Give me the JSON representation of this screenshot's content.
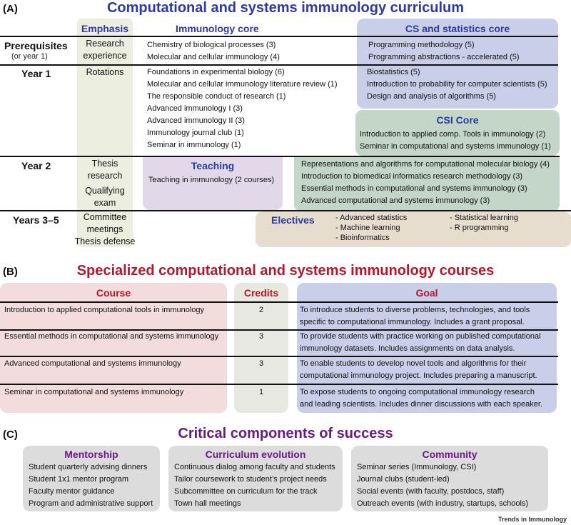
{
  "panel_a": {
    "label": "(A)",
    "title": "Computational and systems immunology curriculum",
    "headers": {
      "emphasis": "Emphasis",
      "immunology_core": "Immunology core",
      "cs_core": "CS and statistics core",
      "csi_core": "CSI Core",
      "teaching": "Teaching",
      "electives": "Electives"
    },
    "rows": {
      "prereq": {
        "label": "Prerequisites",
        "sub": "(or year 1)",
        "emphasis": [
          "Research",
          "experience"
        ],
        "immunology": [
          "Chemistry of biological processes (3)",
          "Molecular and cellular immunology (4)"
        ],
        "cs": [
          "Programming methodology (5)",
          "Programming abstractions - accelerated (5)"
        ]
      },
      "year1": {
        "label": "Year 1",
        "emphasis": "Rotations",
        "immunology": [
          "Foundations in experimental biology (6)",
          "Molecular and cellular immunology literature review (1)",
          "The responsible conduct of research (1)",
          "Advanced immunology I (3)",
          "Advanced immunology II (3)",
          "Immunology journal club (1)",
          "Seminar in immunology (1)"
        ],
        "cs": [
          "Biostatistics (5)",
          "Introduction to probability for computer scientists (5)",
          "Design and analysis of algorithms (5)"
        ],
        "csi": [
          "Introduction to applied comp. Tools in immunology (2)",
          "Seminar in computational and systems immunology (1)"
        ]
      },
      "year2": {
        "label": "Year 2",
        "emphasis": [
          "Thesis",
          "research",
          "Qualifying",
          "exam"
        ],
        "teaching": "Teaching in immunology (2 courses)",
        "csi": [
          "Representations and algorithms for computational molecular biology (4)",
          "Introduction to biomedical informatics research methodology (3)",
          "Essential methods in computational and systems immunology (3)",
          "Advanced computational and systems immunology (3)"
        ]
      },
      "year35": {
        "label": "Years 3–5",
        "emphasis": [
          "Committee",
          "meetings",
          "Thesis defense"
        ],
        "electives": [
          "- Advanced statistics",
          "- Machine learning",
          "- Bioinformatics",
          "- Statistical learning",
          "- R programming"
        ]
      }
    }
  },
  "panel_b": {
    "label": "(B)",
    "title": "Specialized computational and systems immunology courses",
    "headers": {
      "course": "Course",
      "credits": "Credits",
      "goal": "Goal"
    },
    "rows": [
      {
        "course": "Introduction to applied computational tools in immunology",
        "credits": "2",
        "goal": [
          "To introduce students to diverse problems, technologies, and tools",
          "specific to computational immunology. Includes a grant proposal."
        ]
      },
      {
        "course": "Essential methods in computational and systems immunology",
        "credits": "3",
        "goal": [
          "To provide students with practice working on published computational",
          "immunology datasets. Includes assignments on data analysis."
        ]
      },
      {
        "course": "Advanced computational and systems immunology",
        "credits": "3",
        "goal": [
          "To enable students to develop novel tools and algorithms for their",
          "computational immunology project. Includes preparing a manuscript."
        ]
      },
      {
        "course": "Seminar in computational and systems immunology",
        "credits": "1",
        "goal": [
          "To expose students to ongoing computational immunology research",
          "and leading scientists. Includes dinner discussions with each speaker."
        ]
      }
    ]
  },
  "panel_c": {
    "label": "(C)",
    "title": "Critical components of success",
    "boxes": [
      {
        "title": "Mentorship",
        "items": [
          "Student quarterly advising dinners",
          "Student 1x1 mentor program",
          "Faculty mentor guidance",
          "Program and administrative support"
        ]
      },
      {
        "title": "Curriculum evolution",
        "items": [
          "Continuous dialog among faculty and students",
          "Tailor coursework to student’s project needs",
          "Subcommittee on curriculum for the track",
          "Town hall meetings"
        ]
      },
      {
        "title": "Community",
        "items": [
          "Seminar series (Immunology, CSI)",
          "Journal clubs (student-led)",
          "Social events (with faculty, postdocs, staff)",
          "Outreach events (with industry, startups, schools)"
        ]
      }
    ]
  },
  "footer": "Trends in Immunology",
  "colors": {
    "emphasis_bg": "#eceee0",
    "cs_bg": "#c9cfe9",
    "csi_bg": "#c3d6c8",
    "teaching_bg": "#e1d9ea",
    "electives_bg": "#e6ddcf",
    "course_bg": "#f2dcdc",
    "credits_bg": "#e7e9e1",
    "goal_bg": "#c9cfe9",
    "comp_bg": "#dcdcdc"
  }
}
